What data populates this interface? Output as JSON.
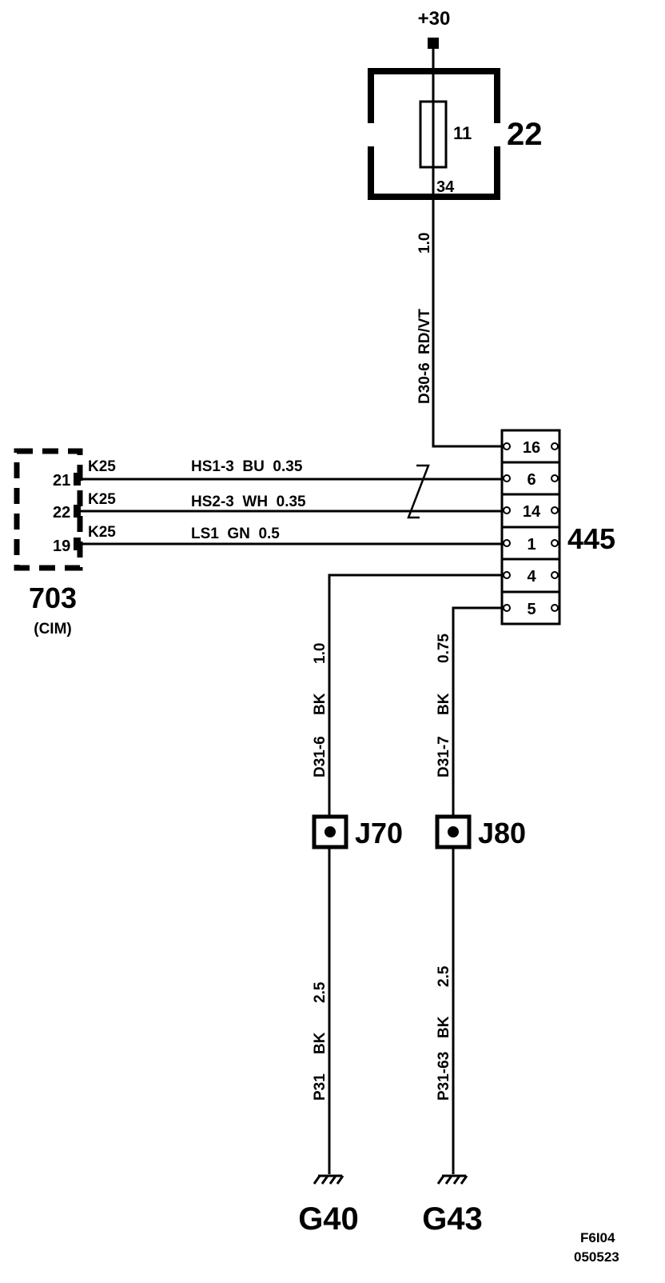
{
  "supply": {
    "label": "+30"
  },
  "fuse_box": {
    "id": "22",
    "fuse_number": "11",
    "output_pin": "34"
  },
  "feed_wire": {
    "circuit": "D30-6",
    "color": "RD/VT",
    "size": "1.0"
  },
  "connector": {
    "id": "445",
    "pins": [
      "16",
      "6",
      "14",
      "1",
      "4",
      "5"
    ]
  },
  "module": {
    "id": "703",
    "name": "(CIM)",
    "pins": [
      {
        "pin": "21",
        "connector": "K25",
        "wire": "HS1-3  BU  0.35"
      },
      {
        "pin": "22",
        "connector": "K25",
        "wire": "HS2-3  WH  0.35"
      },
      {
        "pin": "19",
        "connector": "K25",
        "wire": "LS1  GN  0.5"
      }
    ]
  },
  "ground_left": {
    "upper_wire": {
      "circuit": "D31-6",
      "color": "BK",
      "size": "1.0"
    },
    "junction": "J70",
    "lower_wire": {
      "circuit": "P31",
      "color": "BK",
      "size": "2.5"
    },
    "ground": "G40"
  },
  "ground_right": {
    "upper_wire": {
      "circuit": "D31-7",
      "color": "BK",
      "size": "0.75"
    },
    "junction": "J80",
    "lower_wire": {
      "circuit": "P31-63",
      "color": "BK",
      "size": "2.5"
    },
    "ground": "G43"
  },
  "footer": {
    "figure_code": "F6I04",
    "date_code": "050523"
  }
}
